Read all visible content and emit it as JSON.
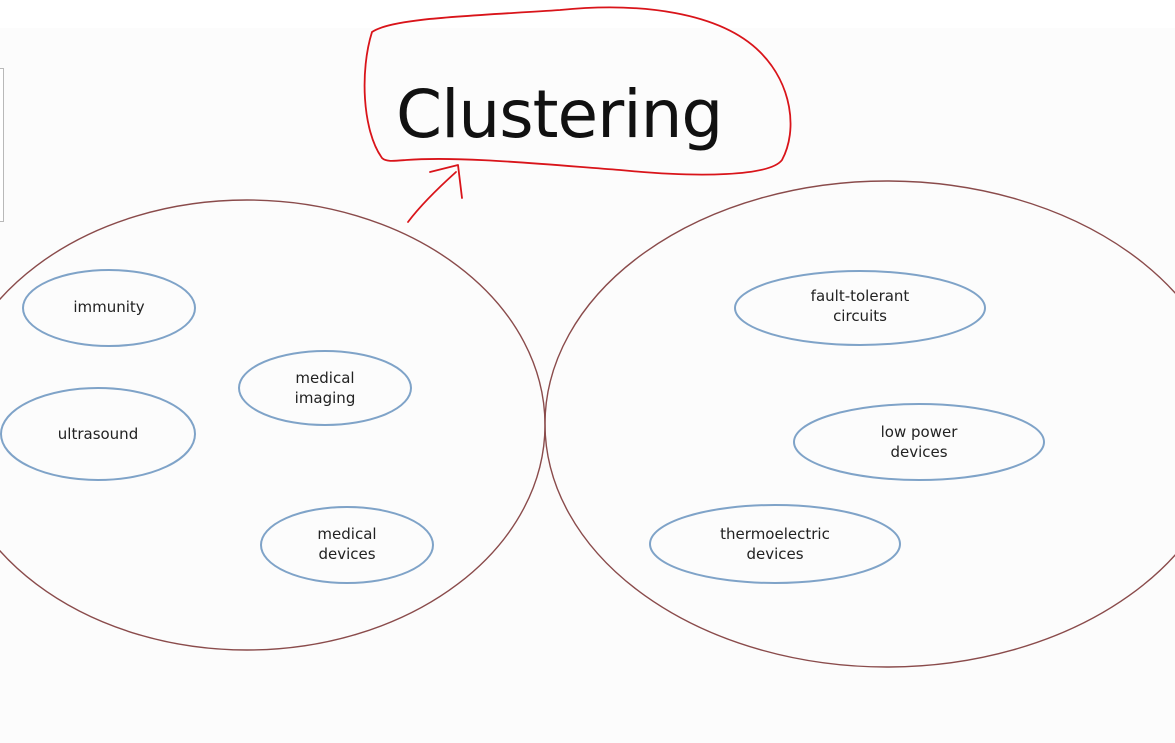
{
  "diagram": {
    "title": "Clustering",
    "colors": {
      "cluster_outline": "#8a4b4b",
      "node_outline": "#7fa3c8",
      "annotation": "#d9141a"
    },
    "clusters": [
      {
        "nodes": [
          {
            "line1": "immunity",
            "line2": ""
          },
          {
            "line1": "medical",
            "line2": "imaging"
          },
          {
            "line1": "ultrasound",
            "line2": ""
          },
          {
            "line1": "medical",
            "line2": "devices"
          }
        ]
      },
      {
        "nodes": [
          {
            "line1": "fault-tolerant",
            "line2": "circuits"
          },
          {
            "line1": "low power",
            "line2": "devices"
          },
          {
            "line1": "thermoelectric",
            "line2": "devices"
          }
        ]
      }
    ]
  }
}
